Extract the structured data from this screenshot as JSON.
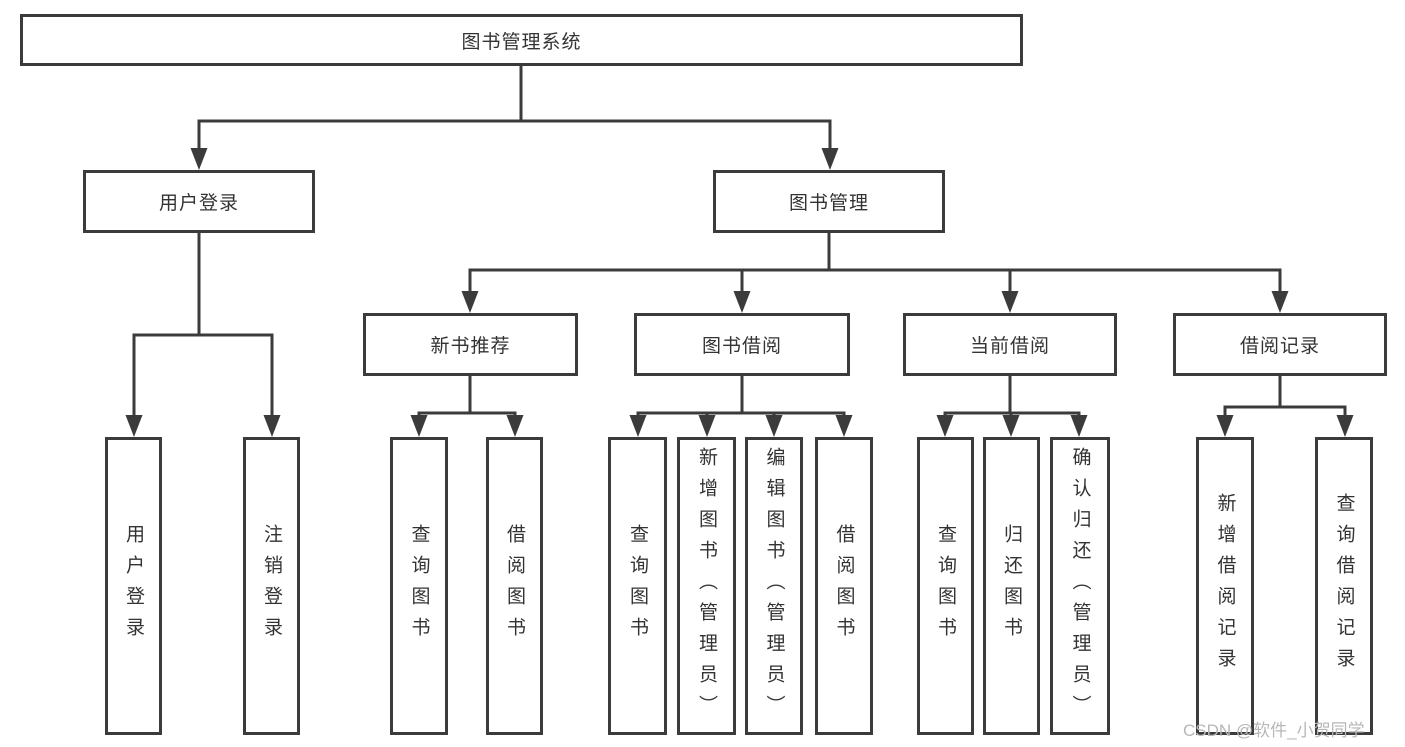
{
  "nodes": {
    "root": "图书管理系统",
    "user_login": "用户登录",
    "book_mgmt": "图书管理",
    "new_book_rec": "新书推荐",
    "book_borrow": "图书借阅",
    "current_borrow": "当前借阅",
    "borrow_record": "借阅记录",
    "ul_login": "用户登录",
    "ul_logout": "注销登录",
    "nb_query": "查询图书",
    "nb_borrow": "借阅图书",
    "bb_query": "查询图书",
    "bb_add": "新增图书（管理员）",
    "bb_edit": "编辑图书（管理员）",
    "bb_borrow": "借阅图书",
    "cb_query": "查询图书",
    "cb_return": "归还图书",
    "cb_confirm": "确认归还（管理员）",
    "br_add": "新增借阅记录",
    "br_query": "查询借阅记录"
  },
  "watermark": "CSDN @软件_小贺同学",
  "colors": {
    "line": "#3b3b3b",
    "text": "#333333",
    "watermark": "#b7b7b7",
    "background": "#ffffff"
  }
}
